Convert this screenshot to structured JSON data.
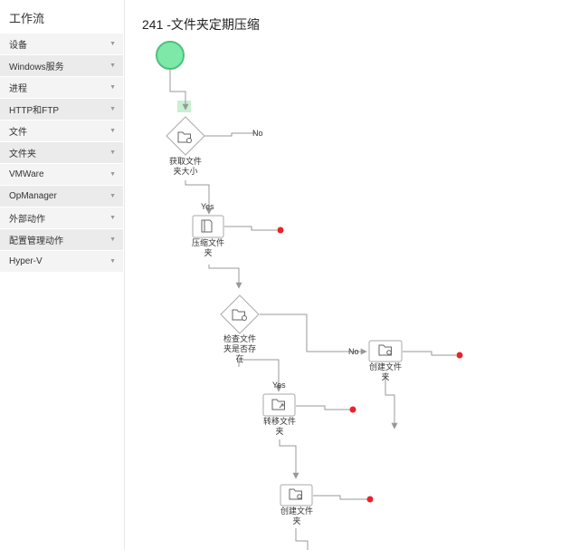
{
  "sidebar": {
    "title": "工作流",
    "items": [
      {
        "label": "设备"
      },
      {
        "label": "Windows服务"
      },
      {
        "label": "进程"
      },
      {
        "label": "HTTP和FTP"
      },
      {
        "label": "文件"
      },
      {
        "label": "文件夹"
      },
      {
        "label": "VMWare"
      },
      {
        "label": "OpManager"
      },
      {
        "label": "外部动作"
      },
      {
        "label": "配置管理动作"
      },
      {
        "label": "Hyper-V"
      }
    ]
  },
  "workflow": {
    "title": "241 -文件夹定期压缩",
    "nodes": {
      "n1": {
        "line1": "获取文件",
        "line2": "夹大小"
      },
      "n2": {
        "line1": "压缩文件",
        "line2": "夹"
      },
      "n3": {
        "line1": "检查文件",
        "line2": "夹是否存",
        "line3": "在"
      },
      "n4": {
        "line1": "创建文件",
        "line2": "夹"
      },
      "n5": {
        "line1": "转移文件",
        "line2": "夹"
      },
      "n6": {
        "line1": "创建文件",
        "line2": "夹"
      }
    },
    "edges": {
      "n1_no": "No",
      "n1_yes": "Yes",
      "n3_no": "No",
      "n3_yes": "Yes"
    }
  },
  "colors": {
    "start": "#7ee8a8",
    "start_stroke": "#4cc27a",
    "end_dot": "#e8232b",
    "connector": "#999999"
  }
}
